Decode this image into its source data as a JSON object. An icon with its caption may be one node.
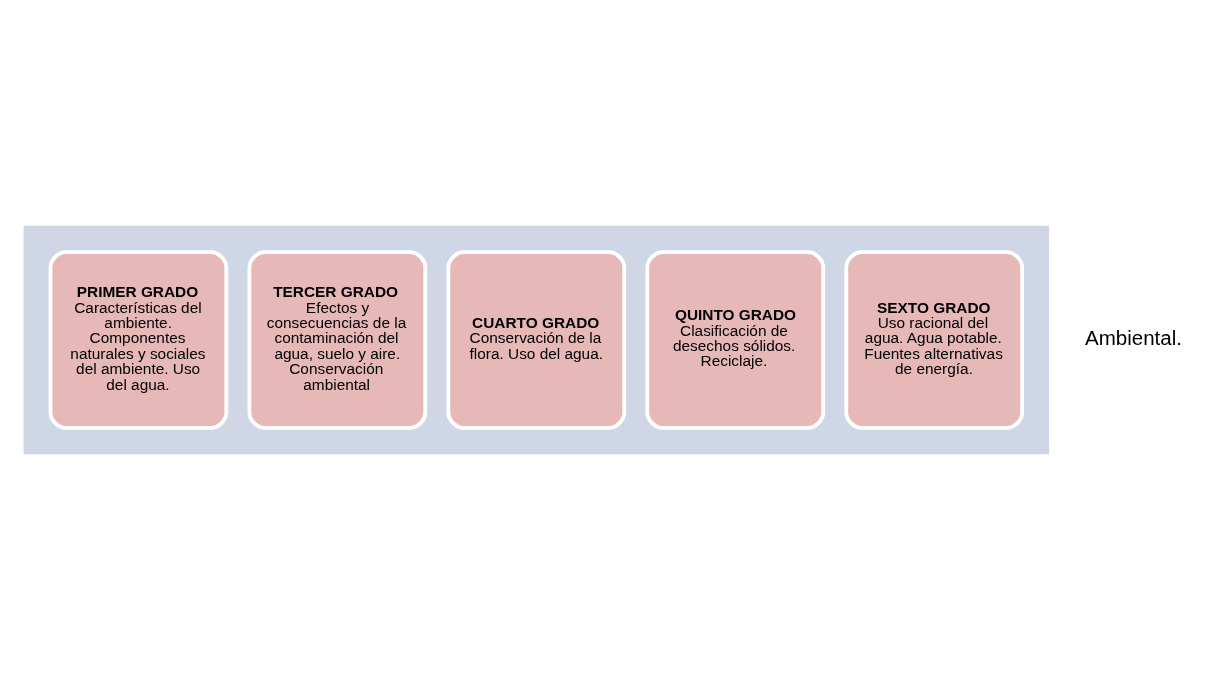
{
  "diagram": {
    "nodes": [
      {
        "text": [],
        "shape": "arrow"
      },
      {
        "text": [
          "PRIMER GRADO",
          "Características del ambiente. Componentes naturales y sociales del ambiente. Uso del agua."
        ],
        "in": 0
      },
      {
        "text": [
          "TERCER GRADO",
          "Efectos y consecuencias de la contaminación del agua, suelo y aire. Conservación ambiental"
        ],
        "in": 0
      },
      {
        "text": [
          "CUARTO GRADO",
          "Conservación de la flora. Uso del agua."
        ],
        "in": 0
      },
      {
        "text": [
          "QUINTO GRADO",
          "Clasificación de desechos sólidos. Reciclaje."
        ],
        "in": 0
      },
      {
        "text": [
          "SEXTO GRADO",
          "Uso racional del agua. Agua potable. Fuentes alternativas de energía."
        ],
        "in": 0
      }
    ],
    "edges": [],
    "labels": [
      "Ambiental."
    ]
  }
}
